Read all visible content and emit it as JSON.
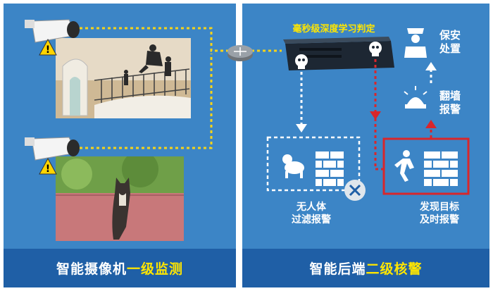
{
  "left_panel": {
    "footer_text": "智能摄像机",
    "footer_highlight": "一级监测"
  },
  "right_panel": {
    "server_caption": "毫秒级深度学习判定",
    "security_label": [
      "保安",
      "处置"
    ],
    "wall_alarm_label": [
      "翻墙",
      "报警"
    ],
    "filter_label": [
      "无人体",
      "过滤报警"
    ],
    "detect_label": [
      "发现目标",
      "及时报警"
    ],
    "footer_text": "智能后端",
    "footer_highlight": "二级核警"
  },
  "colors": {
    "panel_blue": "#3c85c6",
    "footer_blue": "#1f5fa6",
    "highlight_yellow": "#ffe600",
    "alarm_red": "#d8262b",
    "dotted_yellow": "#f5d31a"
  }
}
